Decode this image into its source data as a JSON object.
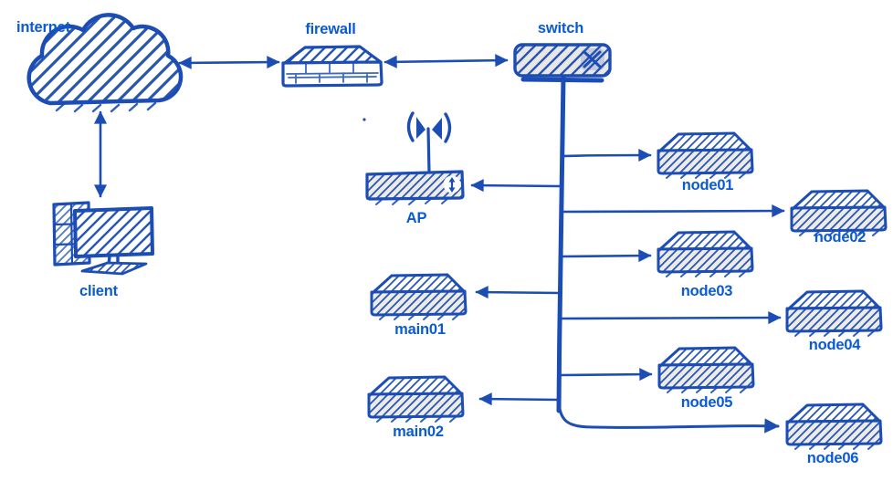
{
  "diagram": {
    "type": "network-topology-sketch",
    "colors": {
      "ink": "#1b4db4",
      "label": "#0a5ad2",
      "face_tint": "#edebe7"
    },
    "labels": {
      "internet": "internet",
      "firewall": "firewall",
      "switch": "switch",
      "client": "client",
      "ap": "AP",
      "main01": "main01",
      "main02": "main02",
      "node01": "node01",
      "node02": "node02",
      "node03": "node03",
      "node04": "node04",
      "node05": "node05",
      "node06": "node06"
    },
    "connections": [
      {
        "from": "internet",
        "to": "firewall",
        "type": "bidirectional"
      },
      {
        "from": "firewall",
        "to": "switch",
        "type": "bidirectional"
      },
      {
        "from": "internet",
        "to": "client",
        "type": "bidirectional"
      },
      {
        "from": "switch",
        "to": "ap",
        "type": "directed"
      },
      {
        "from": "switch",
        "to": "node01",
        "type": "directed"
      },
      {
        "from": "switch",
        "to": "node02",
        "type": "directed"
      },
      {
        "from": "switch",
        "to": "node03",
        "type": "directed"
      },
      {
        "from": "switch",
        "to": "main01",
        "type": "directed"
      },
      {
        "from": "switch",
        "to": "node04",
        "type": "directed"
      },
      {
        "from": "switch",
        "to": "node05",
        "type": "directed"
      },
      {
        "from": "switch",
        "to": "main02",
        "type": "directed"
      },
      {
        "from": "switch",
        "to": "node06",
        "type": "directed"
      }
    ]
  }
}
